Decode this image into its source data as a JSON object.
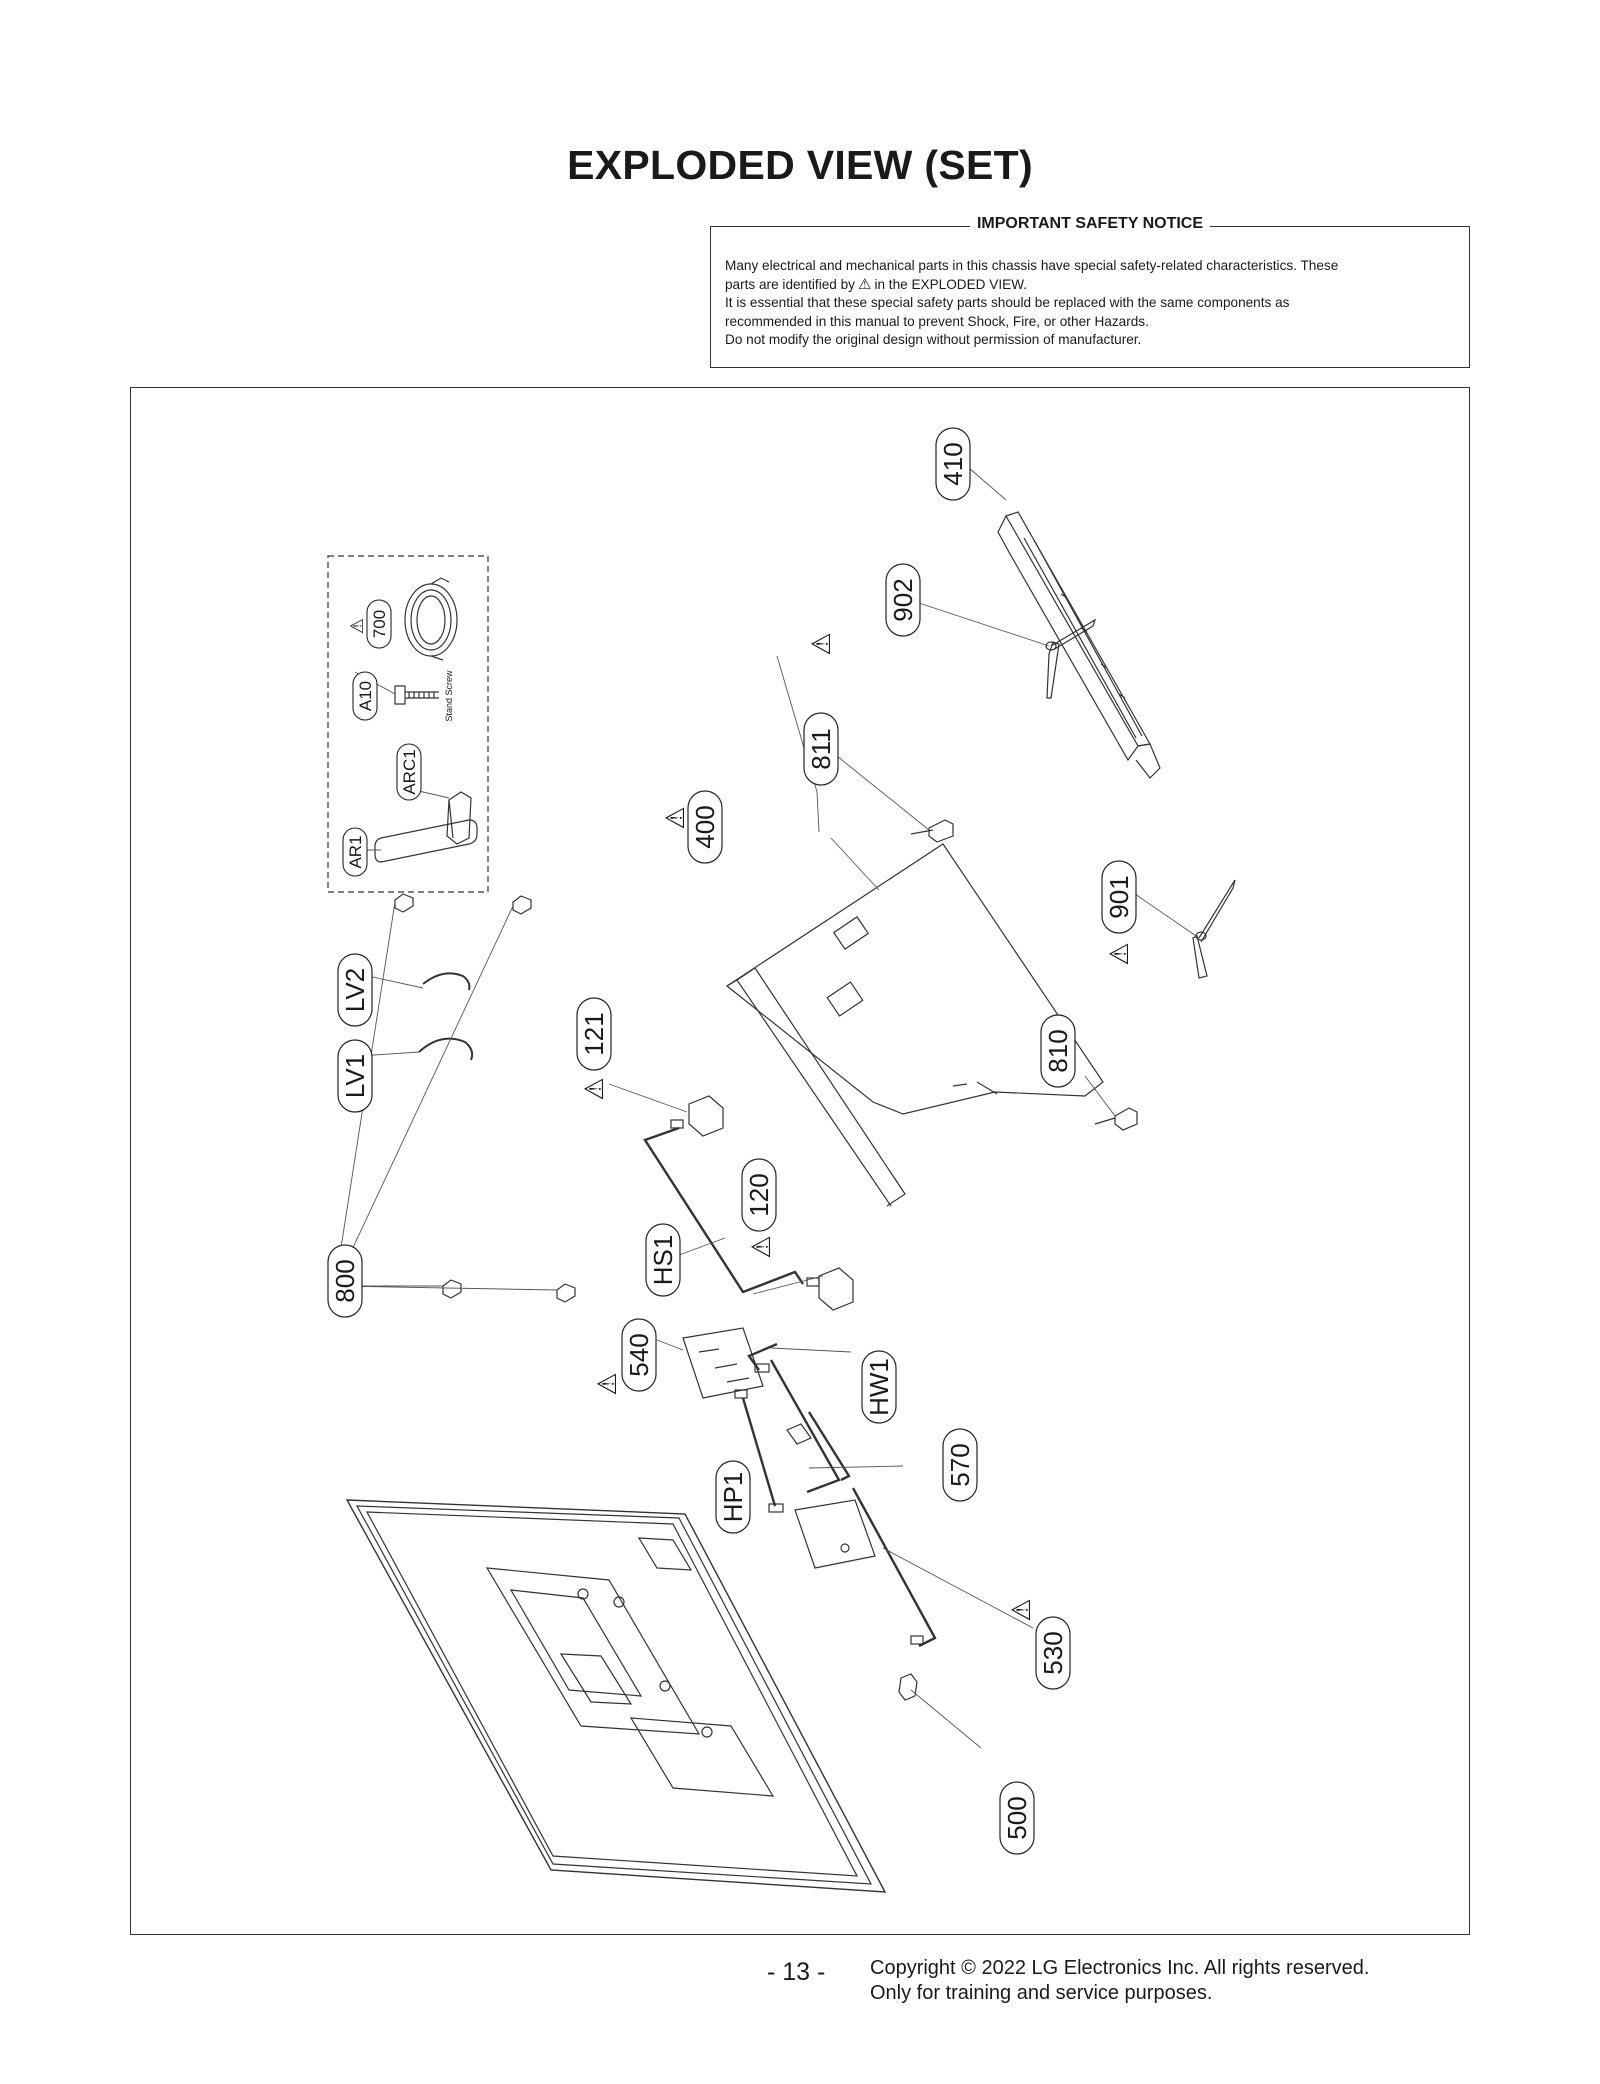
{
  "page": {
    "title": "EXPLODED VIEW (SET)",
    "page_number": "- 13 -",
    "copyright_line1": "Copyright © 2022 LG Electronics Inc. All rights reserved.",
    "copyright_line2": "Only for training and service purposes."
  },
  "notice": {
    "heading": "IMPORTANT SAFETY NOTICE",
    "line1": "Many electrical and mechanical parts in this chassis have special safety-related characteristics. These",
    "line2_before": "parts are identified by",
    "line2_symbol": "⚠",
    "line2_after": "in the EXPLODED VIEW.",
    "line3": "It is essential that these special safety parts should be replaced with the same components as",
    "line4": "recommended in this manual to prevent Shock, Fire, or other Hazards.",
    "line5": "Do not modify the original design without permission of manufacturer."
  },
  "diagram": {
    "safety_symbol": "⚠",
    "stand_screw_text": "Stand Screw",
    "parts": {
      "p410": "410",
      "p902": "902",
      "p811": "811",
      "p400": "400",
      "p901": "901",
      "p810": "810",
      "p121": "121",
      "p120": "120",
      "pHS1": "HS1",
      "p540": "540",
      "pHW1": "HW1",
      "p570": "570",
      "pHP1": "HP1",
      "p530": "530",
      "p500": "500",
      "p800": "800",
      "pLV1": "LV1",
      "pLV2": "LV2",
      "p700": "700",
      "pA10": "A10",
      "pARC1": "ARC1",
      "pAR1": "AR1"
    }
  }
}
